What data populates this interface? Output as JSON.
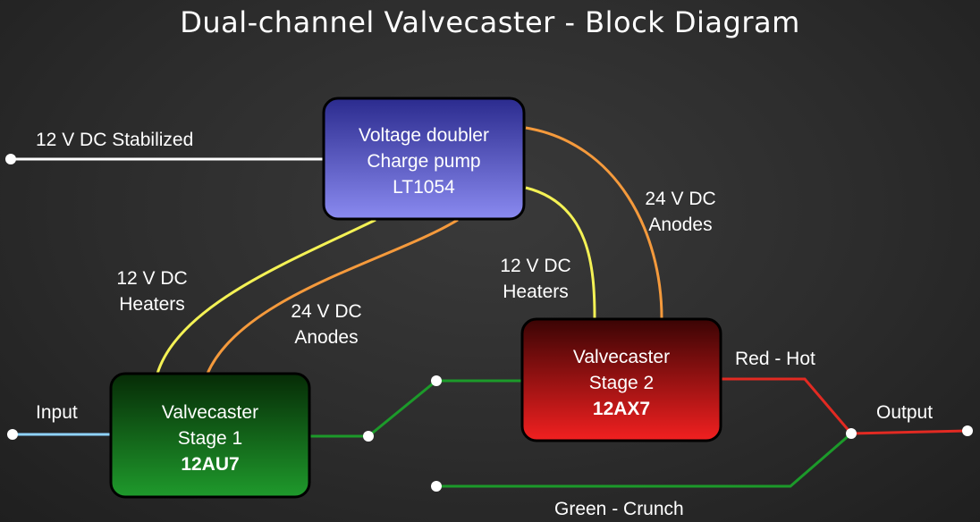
{
  "title": "Dual-channel Valvecaster - Block Diagram",
  "colors": {
    "wire_white": "#ffffff",
    "wire_yellow": "#f4f255",
    "wire_orange": "#f59a3c",
    "wire_green": "#1c9a2a",
    "wire_red": "#e22a22",
    "wire_blue": "#8fd3ff"
  },
  "blocks": {
    "doubler": {
      "line1": "Voltage doubler",
      "line2": "Charge pump",
      "line3": "LT1054"
    },
    "stage1": {
      "line1": "Valvecaster",
      "line2": "Stage 1",
      "line3": "12AU7"
    },
    "stage2": {
      "line1": "Valvecaster",
      "line2": "Stage 2",
      "line3": "12AX7"
    }
  },
  "labels": {
    "supply": "12 V DC Stabilized",
    "heaters_left_1": "12 V DC",
    "heaters_left_2": "Heaters",
    "anodes_left_1": "24 V DC",
    "anodes_left_2": "Anodes",
    "heaters_right_1": "12 V DC",
    "heaters_right_2": "Heaters",
    "anodes_right_1": "24 V DC",
    "anodes_right_2": "Anodes",
    "input": "Input",
    "output": "Output",
    "red_hot": "Red - Hot",
    "green_crunch": "Green - Crunch"
  }
}
